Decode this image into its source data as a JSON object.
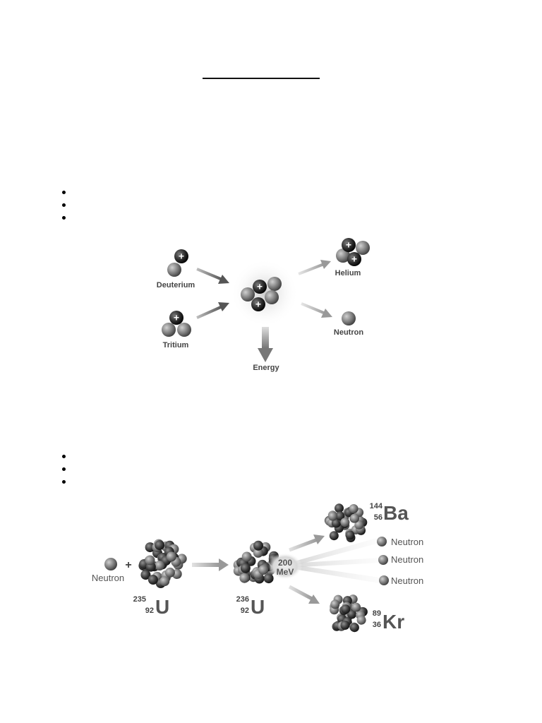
{
  "fusion": {
    "labels": {
      "deuterium": "Deuterium",
      "tritium": "Tritium",
      "helium": "Helium",
      "neutron": "Neutron",
      "energy": "Energy"
    },
    "proton_symbol": "+"
  },
  "fission": {
    "neutron_label": "Neutron",
    "plus": "+",
    "uranium235": {
      "mass": "235",
      "atomic": "92",
      "symbol": "U"
    },
    "uranium236": {
      "mass": "236",
      "atomic": "92",
      "symbol": "U"
    },
    "energy": {
      "value": "200",
      "unit": "MeV"
    },
    "barium": {
      "mass": "144",
      "atomic": "56",
      "symbol": "Ba"
    },
    "krypton": {
      "mass": "89",
      "atomic": "36",
      "symbol": "Kr"
    },
    "released_neutrons": [
      "Neutron",
      "Neutron",
      "Neutron"
    ]
  }
}
